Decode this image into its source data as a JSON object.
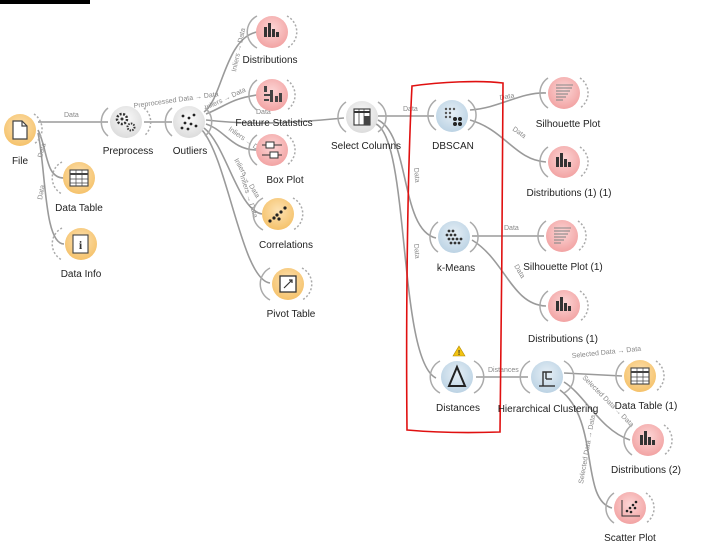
{
  "nodes": {
    "file": {
      "label": "File",
      "icon": "file-icon"
    },
    "data_table": {
      "label": "Data Table",
      "icon": "table-icon"
    },
    "data_info": {
      "label": "Data Info",
      "icon": "info-icon"
    },
    "preprocess": {
      "label": "Preprocess",
      "icon": "gears-icon"
    },
    "outliers": {
      "label": "Outliers",
      "icon": "outliers-icon"
    },
    "distributions": {
      "label": "Distributions",
      "icon": "bar-chart-icon"
    },
    "feature_statistics": {
      "label": "Feature Statistics",
      "icon": "feature-statistics-icon"
    },
    "box_plot": {
      "label": "Box Plot",
      "icon": "box-plot-icon"
    },
    "correlations": {
      "label": "Correlations",
      "icon": "correlations-icon"
    },
    "pivot_table": {
      "label": "Pivot Table",
      "icon": "pivot-table-icon"
    },
    "select_columns": {
      "label": "Select Columns",
      "icon": "select-columns-icon"
    },
    "dbscan": {
      "label": "DBSCAN",
      "icon": "dbscan-icon"
    },
    "kmeans": {
      "label": "k-Means",
      "icon": "kmeans-icon"
    },
    "distances": {
      "label": "Distances",
      "icon": "distances-icon"
    },
    "silhouette_plot": {
      "label": "Silhouette Plot",
      "icon": "silhouette-icon"
    },
    "distributions_1_1": {
      "label": "Distributions (1) (1)",
      "icon": "bar-chart-icon"
    },
    "silhouette_plot_1": {
      "label": "Silhouette Plot (1)",
      "icon": "silhouette-icon"
    },
    "distributions_1": {
      "label": "Distributions (1)",
      "icon": "bar-chart-icon"
    },
    "hierarchical_clustering": {
      "label": "Hierarchical Clustering",
      "icon": "dendrogram-icon"
    },
    "data_table_1": {
      "label": "Data Table (1)",
      "icon": "table-icon"
    },
    "distributions_2": {
      "label": "Distributions (2)",
      "icon": "bar-chart-icon"
    },
    "scatter_plot": {
      "label": "Scatter Plot",
      "icon": "scatter-icon"
    }
  },
  "links": {
    "file_preprocess": "Data",
    "file_datatable": "Data",
    "file_datainfo": "Data",
    "preprocess_outliers": "Preprocessed Data → Data",
    "outliers_distributions": "Inliers → Data",
    "outliers_featurestats": "Inliers → Data",
    "outliers_selectcolumns": "Data",
    "outliers_boxplot": "Inliers → Data",
    "outliers_correlations": "Inliers → Data",
    "outliers_pivot": "Inliers → Data",
    "select_dbscan": "Data",
    "select_kmeans": "Data",
    "select_distances": "Data",
    "dbscan_silhouette": "Data",
    "dbscan_distributions": "Data",
    "kmeans_silhouette": "Data",
    "kmeans_distributions": "Data",
    "distances_hier": "Distances",
    "hier_datatable": "Selected Data → Data",
    "hier_distributions": "Selected Data → Data",
    "hier_scatter": "Selected Data → Data"
  },
  "warning": {
    "icon": "warning-icon"
  },
  "colors": {
    "data": "#f5c26b",
    "visualize": "#f4a6a6",
    "transform": "#e8e8e8",
    "unsupervised": "#c9dcea",
    "link": "#9a9a9a",
    "highlight": "#e01010"
  }
}
